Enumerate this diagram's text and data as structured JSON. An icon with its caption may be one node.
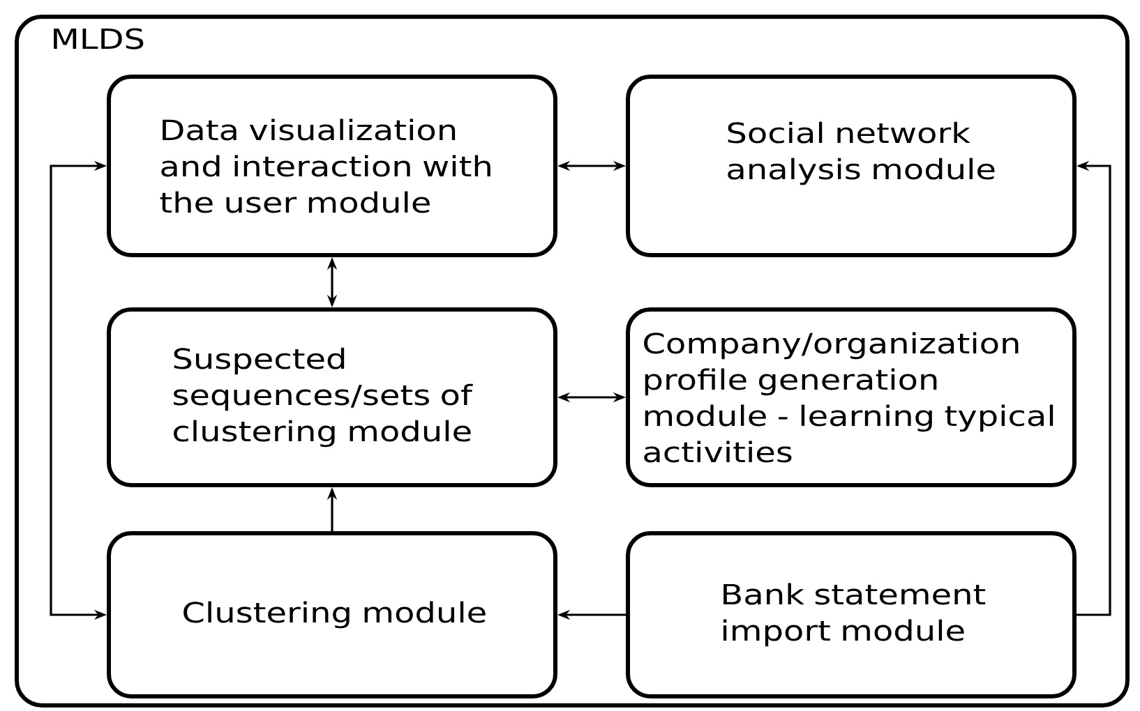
{
  "diagram": {
    "nodes": [
      {
        "text": [
          "MLDS"
        ]
      },
      {
        "text": [
          "Data visualization and interaction with the user module"
        ],
        "in": 0
      },
      {
        "text": [
          "Social network analysis module"
        ],
        "in": 0
      },
      {
        "text": [
          "Suspected sequences/sets of clustering module"
        ],
        "in": 0
      },
      {
        "text": [
          "Company/organization profile generation module - learning typical activities"
        ],
        "in": 0
      },
      {
        "text": [
          "Clustering module"
        ],
        "in": 0
      },
      {
        "text": [
          "Bank statement import module"
        ],
        "in": 0
      }
    ],
    "edges": [
      {
        "from": 1,
        "to": 2,
        "arrow": "both"
      },
      {
        "from": 1,
        "to": 3,
        "arrow": "both"
      },
      {
        "from": 3,
        "to": 4,
        "arrow": "both"
      },
      {
        "from": 5,
        "to": 3,
        "arrow": "to"
      },
      {
        "from": 6,
        "to": 5,
        "arrow": "to"
      },
      {
        "from": 6,
        "to": 2,
        "arrow": "to"
      },
      {
        "from": 1,
        "to": 5,
        "arrow": "both"
      }
    ]
  }
}
